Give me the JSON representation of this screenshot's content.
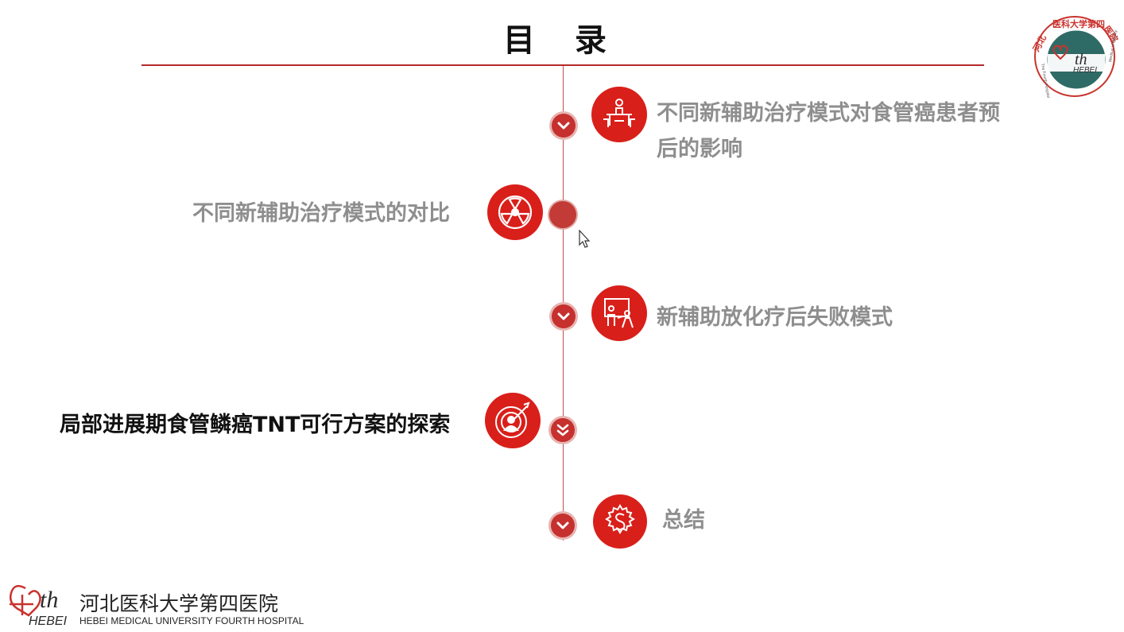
{
  "slide": {
    "title": "目  录"
  },
  "items": [
    {
      "label": "不同新辅助治疗模式对食管癌患者预",
      "label_line2": "后的影响",
      "icon": "meeting-table-icon",
      "state": "inactive"
    },
    {
      "label": "不同新辅助治疗模式的对比",
      "icon": "radiation-icon",
      "state": "inactive"
    },
    {
      "label": "新辅助放化疗后失败模式",
      "icon": "presentation-people-icon",
      "state": "inactive"
    },
    {
      "label": "局部进展期食管鳞癌TNT可行方案的探索",
      "icon": "target-person-icon",
      "state": "active"
    },
    {
      "label": "总结",
      "icon": "gear-s-icon",
      "state": "inactive"
    }
  ],
  "logo": {
    "ring_text": "河北医科大学第四医院",
    "mark": "4th",
    "sub": "HEBEI",
    "ring_text_en": "The Fourth Hospital of Hebei Medical University"
  },
  "footer": {
    "mark": "4th",
    "sub": "HEBEI",
    "name_cn": "河北医科大学第四医院",
    "name_en": "HEBEI MEDICAL UNIVERSITY FOURTH HOSPITAL"
  },
  "colors": {
    "accent": "#d91f1a",
    "rule": "#b52a2a",
    "inactive_text": "#8e8e8e",
    "active_text": "#111111"
  }
}
